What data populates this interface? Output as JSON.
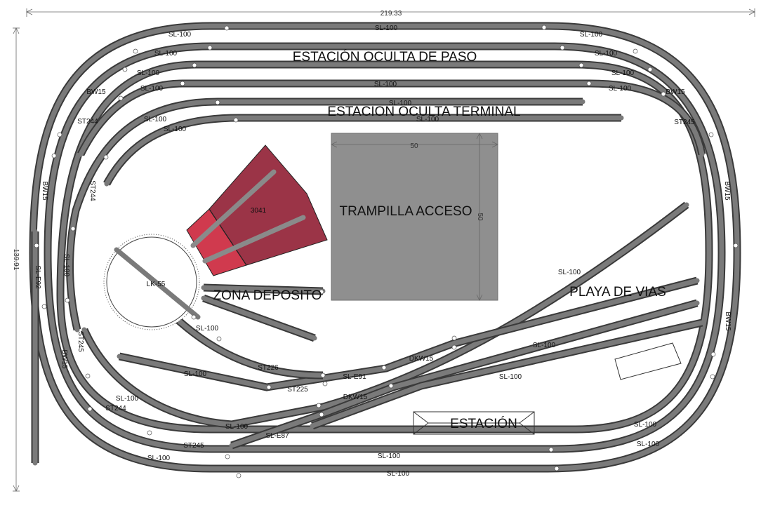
{
  "dimensions": {
    "width": "219.33",
    "height": "139.91",
    "trapdoor_width": "50",
    "trapdoor_height": "50"
  },
  "areas": {
    "hidden_through_station": "ESTACIÓN OCULTA DE PASO",
    "hidden_terminal_station": "ESTACION OCULTA TERMINAL",
    "access_trapdoor": "TRAMPILLA ACCESO",
    "depot_zone": "ZONA DEPOSITO",
    "yard": "PLAYA DE VIAS",
    "station": "ESTACIÓN"
  },
  "depot": {
    "roundhouse_label": "3041",
    "turntable_label": "LK-55"
  },
  "parts": {
    "sl100": "SL-100",
    "bw15": "BW15",
    "st244": "ST244",
    "st245": "ST245",
    "st226": "ST226",
    "st225": "ST225",
    "sle91": "SL-E91",
    "sle87": "SL-E87",
    "sle92": "SL-E92",
    "dkw15": "DKW15"
  },
  "colors": {
    "track": "#7a7a7a",
    "trapdoor": "#8f8f8f",
    "roundhouse": "#9b3447",
    "roundhouse_front": "#d03a4e"
  }
}
